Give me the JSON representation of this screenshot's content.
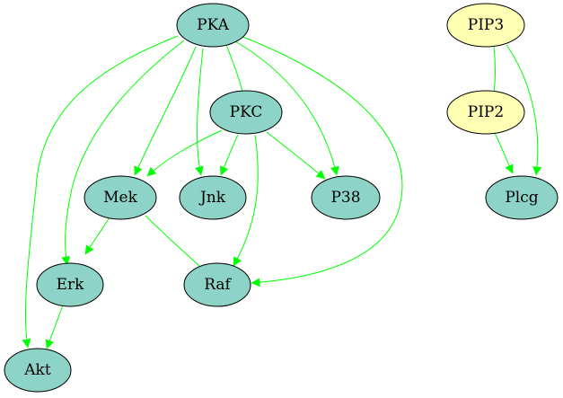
{
  "colors": {
    "teal_node": "#8dd3c7",
    "yellow_node": "#ffffb3",
    "edge": "#00ff00"
  },
  "nodes": {
    "pka": {
      "label": "PKA",
      "fill": "teal_node"
    },
    "pkc": {
      "label": "PKC",
      "fill": "teal_node"
    },
    "mek": {
      "label": "Mek",
      "fill": "teal_node"
    },
    "jnk": {
      "label": "Jnk",
      "fill": "teal_node"
    },
    "p38": {
      "label": "P38",
      "fill": "teal_node"
    },
    "erk": {
      "label": "Erk",
      "fill": "teal_node"
    },
    "raf": {
      "label": "Raf",
      "fill": "teal_node"
    },
    "akt": {
      "label": "Akt",
      "fill": "teal_node"
    },
    "pip3": {
      "label": "PIP3",
      "fill": "yellow_node"
    },
    "pip2": {
      "label": "PIP2",
      "fill": "yellow_node"
    },
    "plcg": {
      "label": "Plcg",
      "fill": "teal_node"
    }
  },
  "edges": [
    {
      "from": "PKA",
      "to": "Akt",
      "arrow": true
    },
    {
      "from": "PKA",
      "to": "Erk",
      "arrow": true
    },
    {
      "from": "PKA",
      "to": "Mek",
      "arrow": true
    },
    {
      "from": "PKA",
      "to": "Jnk",
      "arrow": true
    },
    {
      "from": "PKA",
      "to": "PKC",
      "arrow": false
    },
    {
      "from": "PKA",
      "to": "P38",
      "arrow": true
    },
    {
      "from": "PKA",
      "to": "Raf",
      "arrow": true
    },
    {
      "from": "PKC",
      "to": "Mek",
      "arrow": true
    },
    {
      "from": "PKC",
      "to": "Jnk",
      "arrow": true
    },
    {
      "from": "PKC",
      "to": "Raf",
      "arrow": true
    },
    {
      "from": "PKC",
      "to": "P38",
      "arrow": true
    },
    {
      "from": "Mek",
      "to": "Erk",
      "arrow": true
    },
    {
      "from": "Mek",
      "to": "Raf",
      "arrow": false
    },
    {
      "from": "Erk",
      "to": "Akt",
      "arrow": true
    },
    {
      "from": "PIP3",
      "to": "PIP2",
      "arrow": false
    },
    {
      "from": "PIP3",
      "to": "Plcg",
      "arrow": true
    },
    {
      "from": "PIP2",
      "to": "Plcg",
      "arrow": true
    }
  ]
}
